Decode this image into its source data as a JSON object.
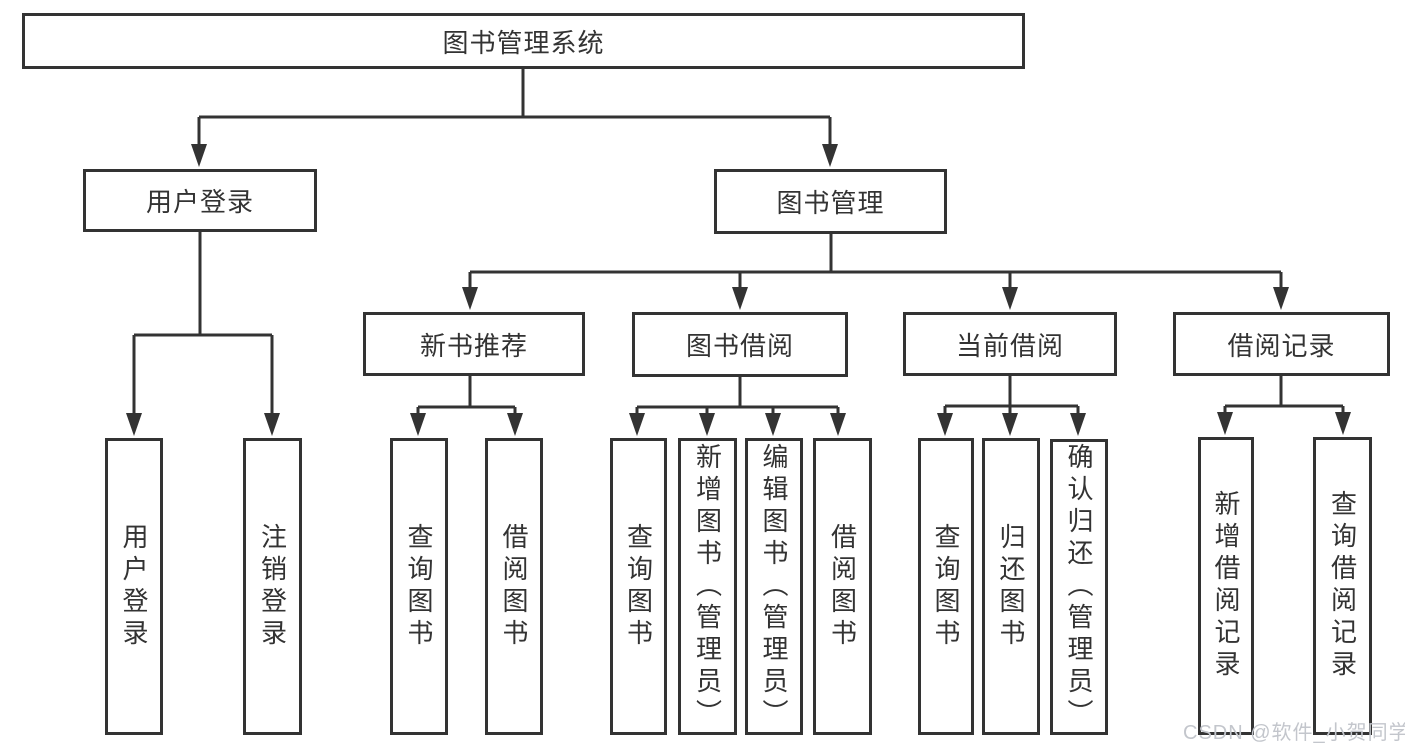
{
  "diagram": {
    "root": {
      "label": "图书管理系统"
    },
    "level2": {
      "user_login": {
        "label": "用户登录"
      },
      "book_management": {
        "label": "图书管理"
      }
    },
    "level3": {
      "new_book_recommend": {
        "label": "新书推荐"
      },
      "book_borrow": {
        "label": "图书借阅"
      },
      "current_borrow": {
        "label": "当前借阅"
      },
      "borrow_record": {
        "label": "借阅记录"
      }
    },
    "leaves": {
      "user_login": [
        "用户登录",
        "注销登录"
      ],
      "new_book_recommend": [
        "查询图书",
        "借阅图书"
      ],
      "book_borrow": [
        "查询图书",
        "新增图书（管理员）",
        "编辑图书（管理员）",
        "借阅图书"
      ],
      "current_borrow": [
        "查询图书",
        "归还图书",
        "确认归还（管理员）"
      ],
      "borrow_record": [
        "新增借阅记录",
        "查询借阅记录"
      ]
    }
  },
  "watermark": {
    "text": "CSDN @软件_小贺同学"
  },
  "colors": {
    "line": "#333333",
    "text": "#333333",
    "background": "#ffffff",
    "watermark": "#c3c6cc"
  }
}
